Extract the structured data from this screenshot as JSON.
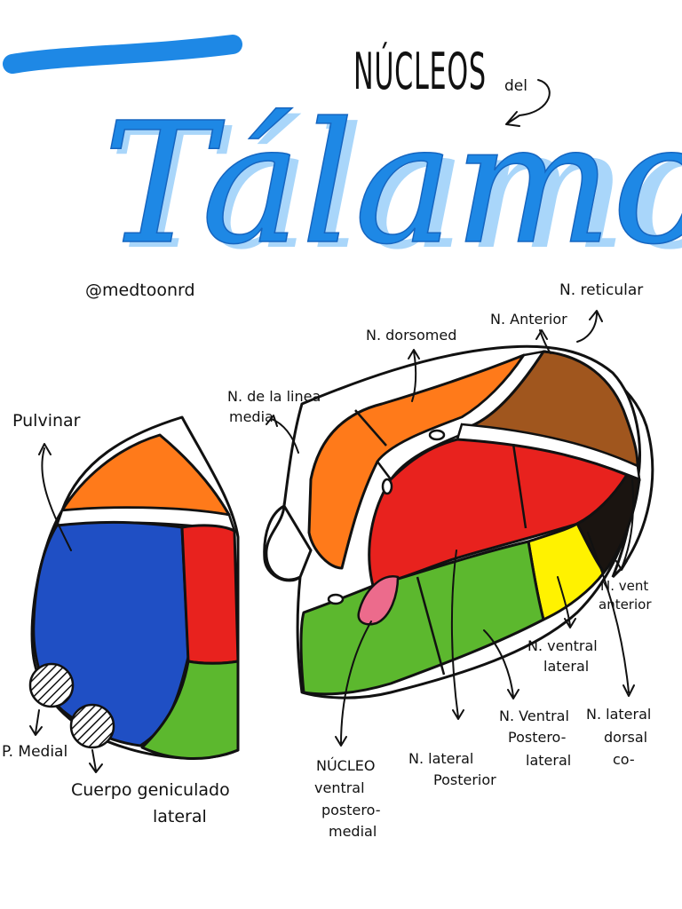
{
  "heading": {
    "nucleos": "NÚCLEOS",
    "del": "del",
    "talamo": "Tálamo"
  },
  "handle": "@medtoonrd",
  "labels": {
    "pulvinar": "Pulvinar",
    "p_medial": "P. Medial",
    "cuerpo_geniculado": [
      "Cuerpo geniculado",
      "lateral"
    ],
    "linea_media": [
      "N. de la linea",
      "media"
    ],
    "dorsomed": "N. dorsomed",
    "anterior": "N. Anterior",
    "reticular": "N. reticular",
    "vent_anterior": [
      "N. vent",
      "anterior"
    ],
    "ventral_lateral": [
      "N. ventral",
      "lateral"
    ],
    "lateral_dorsal": [
      "N. lateral",
      "dorsal",
      "co-"
    ],
    "ventral_posterolateral": [
      "N. Ventral",
      "Postero-",
      "lateral"
    ],
    "lateral_posterior": [
      "N. lateral",
      "Posterior"
    ],
    "ventral_posteromedial": [
      "NÚCLEO",
      "ventral",
      "postero-",
      "medial"
    ]
  },
  "colors": {
    "title_blue": "#1e88e5",
    "title_light": "#64b5f6",
    "orange": "#ff7a1a",
    "brown": "#a0561e",
    "red": "#e8221e",
    "green": "#5cb82e",
    "yellow": "#fff200",
    "blue": "#1f4fc4",
    "black": "#1a1410",
    "pink": "#ec6b8c"
  }
}
